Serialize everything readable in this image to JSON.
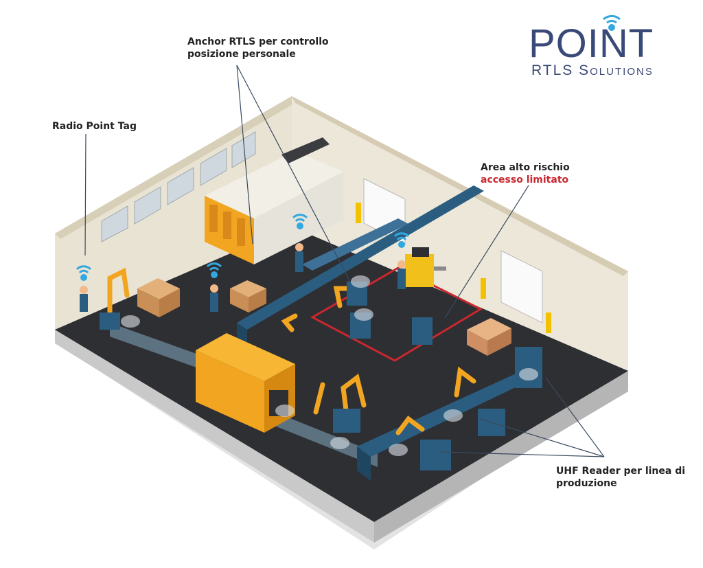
{
  "logo": {
    "word": "POINT",
    "subtitle": "RTLS Solutions"
  },
  "labels": {
    "anchor_line1": "Anchor RTLS per controllo",
    "anchor_line2": "posizione personale",
    "radio_tag": "Radio Point Tag",
    "area_line1": "Area alto rischio",
    "area_line2": "accesso limitato",
    "uhf_line1": "UHF Reader per linea di",
    "uhf_line2": "produzione"
  },
  "colors": {
    "floor": "#2e2f33",
    "wall": "#e9e3d3",
    "machine_orange": "#f2a521",
    "conveyor_blue": "#2b5d80",
    "restricted_zone": "#c8282e",
    "signal_blue": "#33a8e0",
    "logo_navy": "#3a4a78"
  }
}
